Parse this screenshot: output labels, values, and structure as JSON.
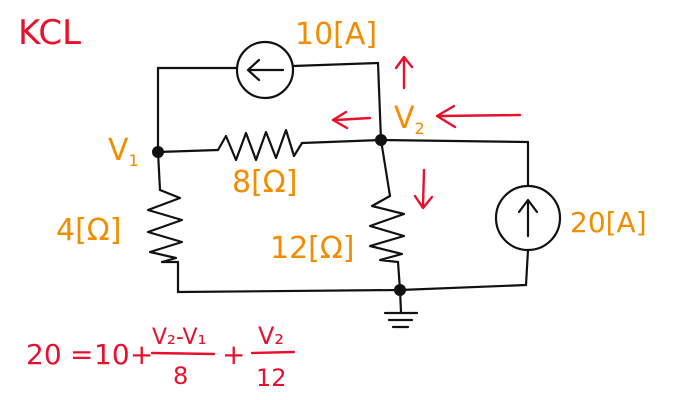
{
  "title": "KCL",
  "nodes": {
    "v1": {
      "label": "V",
      "subscript": "1"
    },
    "v2": {
      "label": "V",
      "subscript": "2"
    }
  },
  "resistors": {
    "r_left": {
      "label": "4[Ω]"
    },
    "r_middle": {
      "label": "8[Ω]"
    },
    "r_right": {
      "label": "12[Ω]"
    }
  },
  "sources": {
    "top": {
      "label": "10[A]"
    },
    "right": {
      "label": "20[A]"
    }
  },
  "equation": {
    "lhs": "20",
    "equals": "=",
    "term1": "10",
    "plus": "+",
    "frac1": {
      "numerator": "V₂-V₁",
      "denominator": "8"
    },
    "frac2": {
      "numerator": "V₂",
      "denominator": "12"
    }
  },
  "colors": {
    "ink": "#111111",
    "labels": "#f28c00",
    "annotations": "#e8112d"
  }
}
